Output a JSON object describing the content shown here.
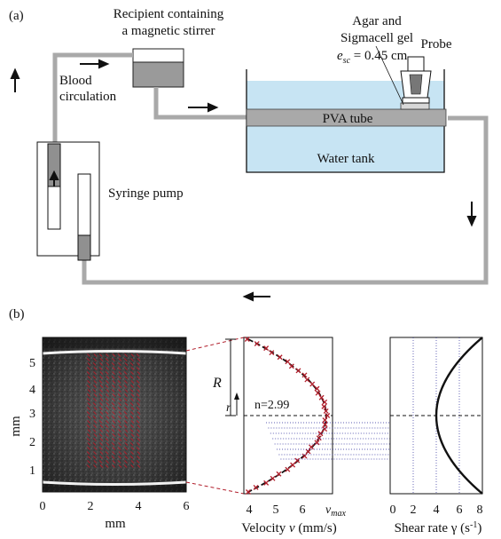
{
  "panel_a": {
    "label": "(a)",
    "recipient_line1": "Recipient containing",
    "recipient_line2": "a magnetic stirrer",
    "gel_line1": "Agar and",
    "gel_line2": "Sigmacell gel",
    "esc_var": "e",
    "esc_sub": "sc",
    "esc_value": " = 0.45 cm",
    "probe": "Probe",
    "blood_line1": "Blood",
    "blood_line2": "circulation",
    "pva_tube": "PVA tube",
    "water_tank": "Water tank",
    "syringe_pump": "Syringe pump",
    "colors": {
      "water": "#c7e4f3",
      "tube": "#a9a9a9",
      "gray_fill": "#909090"
    }
  },
  "panel_b": {
    "label": "(b)",
    "ultrasound": {
      "ylabel": "mm",
      "xlabel": "mm",
      "yticks": [
        "1",
        "2",
        "3",
        "4",
        "5"
      ],
      "xticks": [
        "0",
        "2",
        "4",
        "6"
      ]
    },
    "velocity": {
      "R_label": "R",
      "r_label": "r",
      "n_label": "n=2.99",
      "xticks": [
        "4",
        "5",
        "6"
      ],
      "vmax_var": "v",
      "vmax_sub": "max",
      "xlabel_text": "Velocity ",
      "xlabel_var": "v",
      "xlabel_unit": " (mm/s)"
    },
    "shear": {
      "xticks": [
        "0",
        "2",
        "4",
        "6",
        "8"
      ],
      "xlabel_text": "Shear rate γ (s",
      "xlabel_sup": "-1",
      "xlabel_end": ")"
    },
    "colors": {
      "marker": "#b11e2b",
      "dotted": "#2a2a9a"
    }
  }
}
